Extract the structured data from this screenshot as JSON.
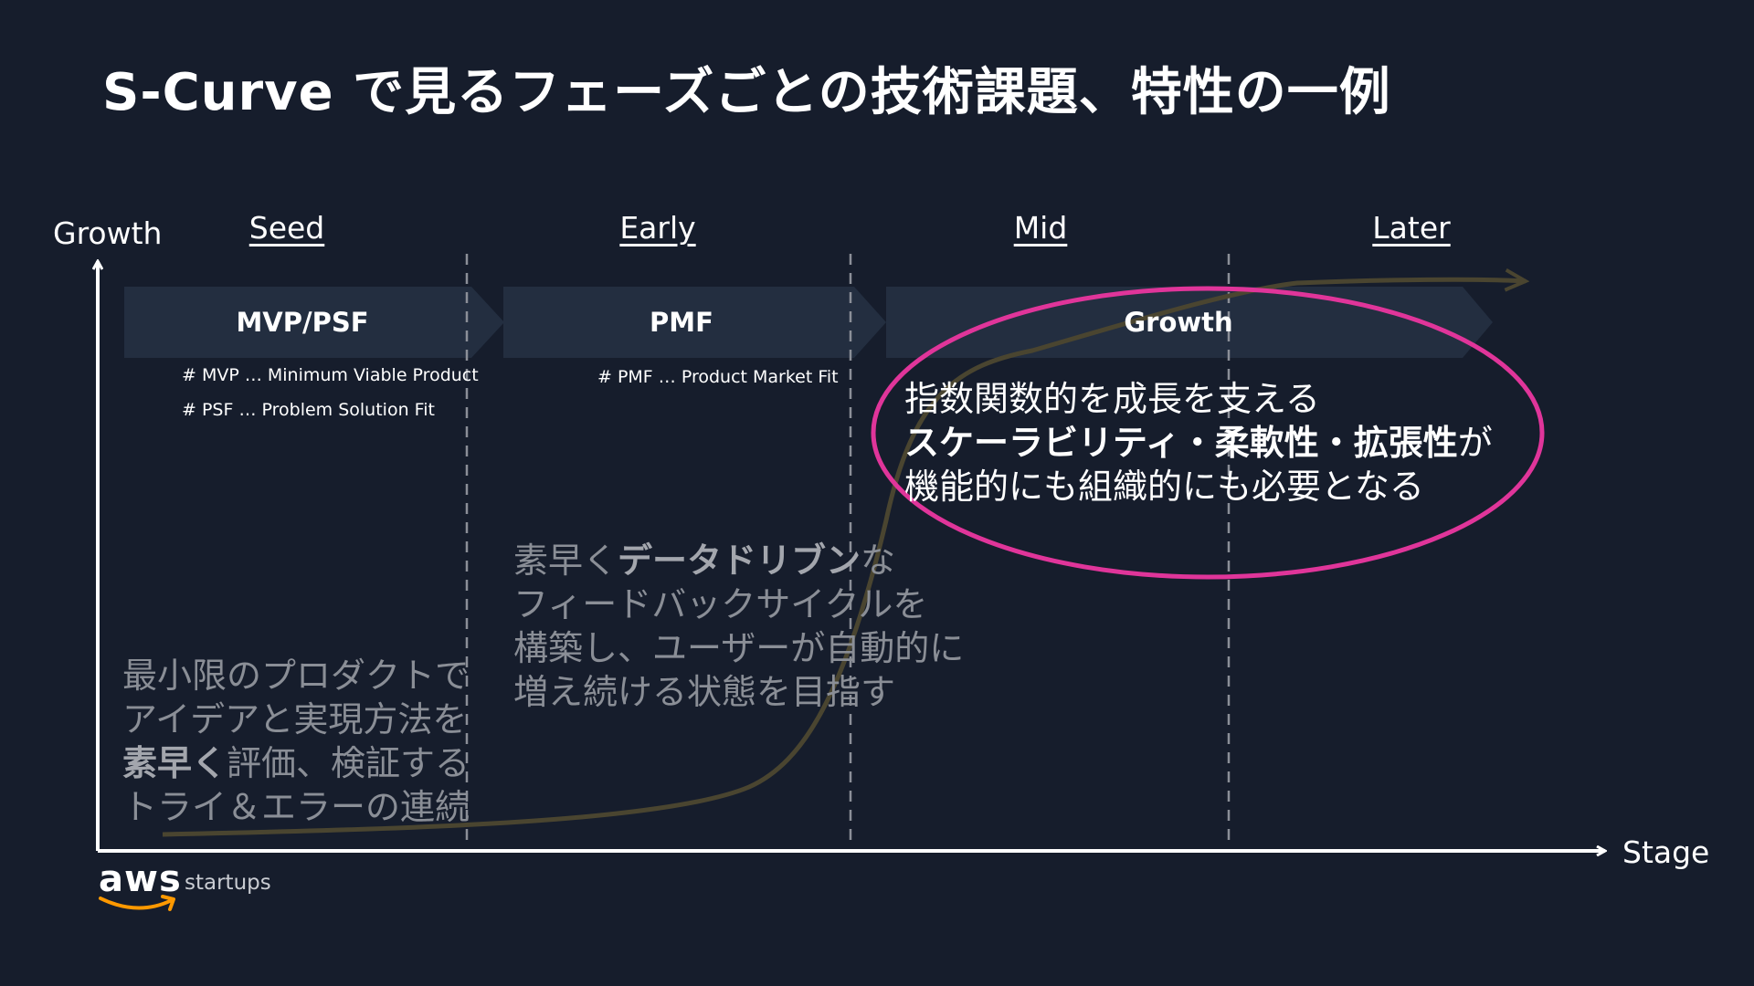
{
  "title": "S-Curve で見るフェーズごとの技術課題、特性の一例",
  "axes": {
    "y_label": "Growth",
    "x_label": "Stage"
  },
  "phases": [
    {
      "id": "seed",
      "label": "Seed"
    },
    {
      "id": "early",
      "label": "Early"
    },
    {
      "id": "mid",
      "label": "Mid"
    },
    {
      "id": "later",
      "label": "Later"
    }
  ],
  "stage_arrows": [
    {
      "id": "mvp-psf",
      "label": "MVP/PSF"
    },
    {
      "id": "pmf",
      "label": "PMF"
    },
    {
      "id": "growth",
      "label": "Growth"
    }
  ],
  "notes": {
    "mvp": "# MVP … Minimum Viable Product",
    "psf": "# PSF … Problem Solution Fit",
    "pmf": "# PMF … Product Market Fit"
  },
  "descriptions": {
    "seed": {
      "line1": "最小限のプロダクトで",
      "line2": "アイデアと実現方法を",
      "line3_bold": "素早く",
      "line3_rest": "評価、検証する",
      "line4": "トライ＆エラーの連続"
    },
    "early": {
      "line1_pre": "素早く",
      "line1_bold": "データドリブン",
      "line1_post": "な",
      "line2": "フィードバックサイクルを",
      "line3": "構築し、ユーザーが自動的に",
      "line4": "増え続ける状態を目指す"
    },
    "mid": {
      "line1": "指数関数的を成長を支える",
      "line2_bold": "スケーラビリティ・柔軟性・拡張性",
      "line2_post": "が",
      "line3": "機能的にも組織的にも必要となる"
    }
  },
  "logo": {
    "brand": "aws",
    "sub": "startups"
  },
  "colors": {
    "background": "#161d2c",
    "arrow_fill": "#232e40",
    "curve": "#4a4530",
    "highlight": "#e0359a",
    "aws_orange": "#ff9900"
  }
}
